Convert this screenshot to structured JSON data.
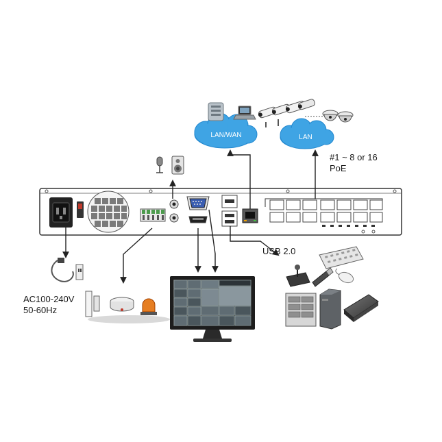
{
  "clouds": {
    "wan_label": "LAN/WAN",
    "lan_label": "LAN"
  },
  "poe": {
    "line1": "#1 ~ 8 or 16",
    "line2": "PoE"
  },
  "usb": {
    "label": "USB 2.0"
  },
  "power": {
    "line1": "AC100-240V",
    "line2": "50-60Hz"
  },
  "colors": {
    "cloud": "#3fa4e4",
    "cloud_edge": "#2388cf",
    "chassis": "#ffffff",
    "chassis_edge": "#333333",
    "arrow": "#222222"
  },
  "icons": {
    "network_clients": [
      "server-icon",
      "laptop-icon"
    ],
    "cameras": [
      "bullet-camera-icon",
      "dome-camera-icon"
    ],
    "audio": [
      "microphone-icon",
      "speaker-icon"
    ],
    "alarm_devices": [
      "door-sensor-icon",
      "smoke-detector-icon",
      "alarm-light-icon"
    ],
    "usb_devices": [
      "keyboard-icon",
      "joystick-icon",
      "usb-drive-icon",
      "mouse-icon",
      "nas-icon",
      "tower-pc-icon",
      "external-hdd-icon"
    ],
    "display": "monitor-icon",
    "power_cable": "power-cable-icon"
  }
}
